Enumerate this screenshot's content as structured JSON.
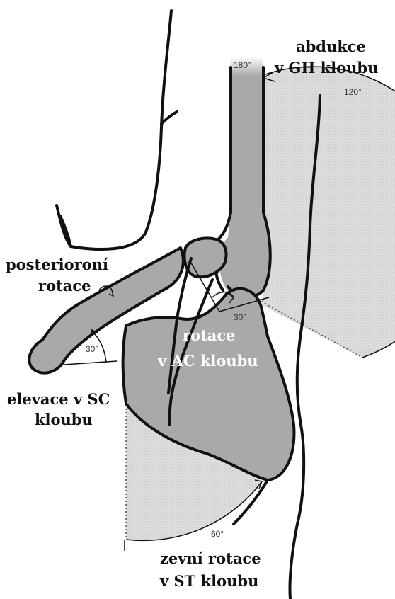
{
  "labels": {
    "gh_line1": "abdukce",
    "gh_line2": "v GH kloubu",
    "posterior_line1": "posterioroní",
    "posterior_line2": "rotace",
    "sc_line1": "elevace v SC",
    "sc_line2": "kloubu",
    "ac_line1": "rotace",
    "ac_line2": "v AC kloubu",
    "st_line1": "zevní rotace",
    "st_line2": "v ST kloubu"
  },
  "angles": {
    "top": "180°",
    "gh": "120°",
    "ac": "30°",
    "sc": "30°",
    "st": "60°"
  },
  "colors": {
    "bone": "#a9a9a9",
    "arc": "#d9d9d9",
    "outline": "#111111"
  }
}
